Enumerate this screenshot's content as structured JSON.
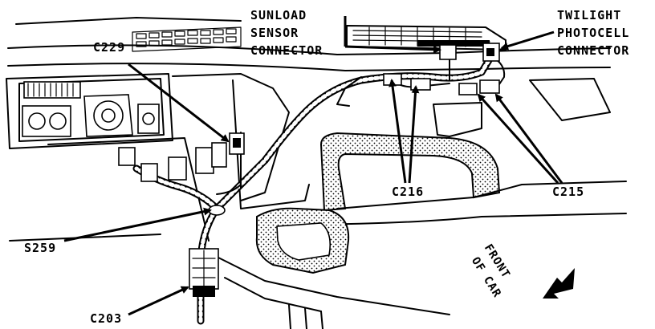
{
  "labels": {
    "sunload": "SUNLOAD",
    "sensor": "SENSOR",
    "connector_left": "CONNECTOR",
    "twilight": "TWILIGHT",
    "photocell": "PHOTOCELL",
    "connector_right": "CONNECTOR",
    "c229": "C229",
    "c216": "C216",
    "c215": "C215",
    "s259": "S259",
    "c203": "C203",
    "front": "FRONT",
    "of_car": "OF CAR"
  }
}
